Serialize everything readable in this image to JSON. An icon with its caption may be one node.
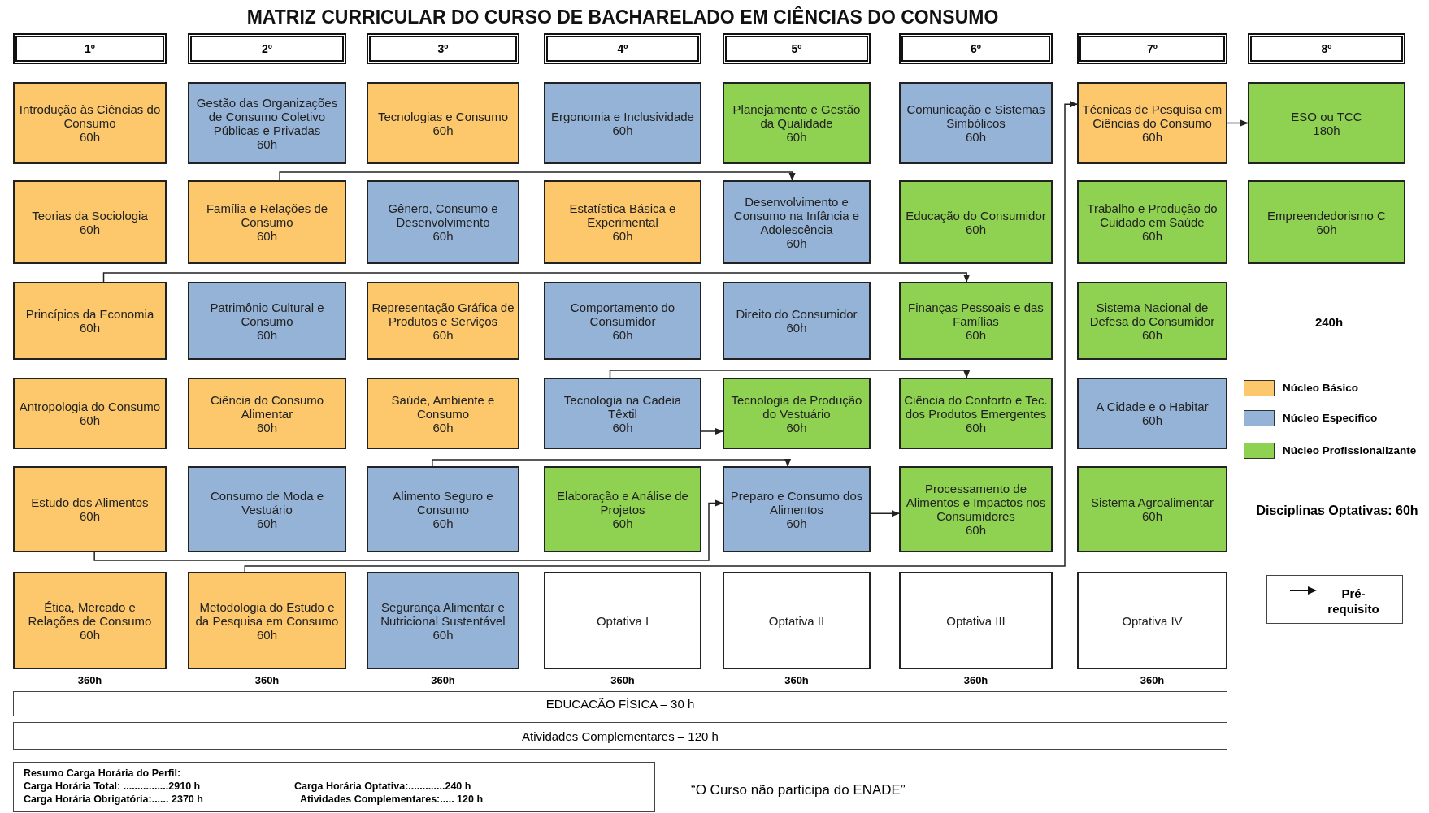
{
  "diagram": {
    "title": "MATRIZ CURRICULAR DO CURSO DE BACHARELADO EM CIÊNCIAS DO CONSUMO",
    "nodes": [
      {
        "text": [
          "1º"
        ]
      },
      {
        "text": [
          "2º"
        ]
      },
      {
        "text": [
          "3º"
        ]
      },
      {
        "text": [
          "4º"
        ]
      },
      {
        "text": [
          "5º"
        ]
      },
      {
        "text": [
          "6º"
        ]
      },
      {
        "text": [
          "7º"
        ]
      },
      {
        "text": [
          "8º"
        ]
      },
      {
        "text": [
          "Introdução às Ciências do Consumo",
          "60h"
        ]
      },
      {
        "text": [
          "Gestão das Organizações de Consumo Coletivo Públicas e Privadas",
          "60h"
        ]
      },
      {
        "text": [
          "Tecnologias e Consumo",
          "60h"
        ]
      },
      {
        "text": [
          "Ergonomia e Inclusividade",
          "60h"
        ]
      },
      {
        "text": [
          "Planejamento e Gestão da Qualidade",
          "60h"
        ]
      },
      {
        "text": [
          "Comunicação e Sistemas Simbólicos",
          "60h"
        ]
      },
      {
        "text": [
          "Técnicas de Pesquisa em Ciências do Consumo",
          "60h"
        ]
      },
      {
        "text": [
          "ESO ou TCC",
          "180h"
        ]
      },
      {
        "text": [
          "Teorias da Sociologia",
          "60h"
        ]
      },
      {
        "text": [
          "Família e Relações de Consumo",
          "60h"
        ]
      },
      {
        "text": [
          "Gênero, Consumo e Desenvolvimento",
          "60h"
        ]
      },
      {
        "text": [
          "Estatística Básica e Experimental",
          "60h"
        ]
      },
      {
        "text": [
          "Desenvolvimento e Consumo na Infância e Adolescência",
          "60h"
        ]
      },
      {
        "text": [
          "Educação do Consumidor",
          "60h"
        ]
      },
      {
        "text": [
          "Trabalho e Produção do Cuidado em Saúde",
          "60h"
        ]
      },
      {
        "text": [
          "Empreendedorismo C",
          "60h"
        ]
      },
      {
        "text": [
          "Princípios da Economia",
          "60h"
        ]
      },
      {
        "text": [
          "Patrimônio Cultural e Consumo",
          "60h"
        ]
      },
      {
        "text": [
          "Representação Gráfica de Produtos e Serviços",
          "60h"
        ]
      },
      {
        "text": [
          "Comportamento do Consumidor",
          "60h"
        ]
      },
      {
        "text": [
          "Direito do Consumidor",
          "60h"
        ]
      },
      {
        "text": [
          "Finanças Pessoais e das Famílias",
          "60h"
        ]
      },
      {
        "text": [
          "Sistema Nacional de Defesa do Consumidor",
          "60h"
        ]
      },
      {
        "text": [
          "Antropologia do Consumo",
          "60h"
        ]
      },
      {
        "text": [
          "Ciência do Consumo Alimentar",
          "60h"
        ]
      },
      {
        "text": [
          "Saúde, Ambiente e Consumo",
          "60h"
        ]
      },
      {
        "text": [
          "Tecnologia na Cadeia Têxtil",
          "60h"
        ]
      },
      {
        "text": [
          "Tecnologia de Produção do Vestuário",
          "60h"
        ]
      },
      {
        "text": [
          "Ciência do Conforto e Tec. dos Produtos Emergentes",
          "60h"
        ]
      },
      {
        "text": [
          "A Cidade e o Habitar",
          "60h"
        ]
      },
      {
        "text": [
          "Estudo dos Alimentos",
          "60h"
        ]
      },
      {
        "text": [
          "Consumo de Moda e Vestuário",
          "60h"
        ]
      },
      {
        "text": [
          "Alimento Seguro e Consumo",
          "60h"
        ]
      },
      {
        "text": [
          "Elaboração e Análise de Projetos",
          "60h"
        ]
      },
      {
        "text": [
          "Preparo e Consumo dos Alimentos",
          "60h"
        ]
      },
      {
        "text": [
          "Processamento de Alimentos e Impactos nos Consumidores",
          "60h"
        ]
      },
      {
        "text": [
          "Sistema Agroalimentar",
          "60h"
        ]
      },
      {
        "text": [
          "Ética, Mercado e Relações de Consumo",
          "60h"
        ]
      },
      {
        "text": [
          "Metodologia do Estudo e da Pesquisa em Consumo",
          "60h"
        ]
      },
      {
        "text": [
          "Segurança Alimentar e Nutricional Sustentável",
          "60h"
        ]
      },
      {
        "text": [
          "Optativa I"
        ]
      },
      {
        "text": [
          "Optativa II"
        ]
      },
      {
        "text": [
          "Optativa III"
        ]
      },
      {
        "text": [
          "Optativa IV"
        ]
      },
      {
        "text": [
          "EDUCACÃO FÍSICA – 30 h"
        ]
      },
      {
        "text": [
          "Atividades Complementares – 120 h"
        ]
      },
      {
        "text": [
          "Resumo Carga Horária do Perfil:",
          "Carga Horária Total: ................2910 h",
          "Carga Horária Obrigatória:...... 2370 h",
          "Carga Horária Optativa:.............240 h",
          "Atividades Complementares:..... 120 h"
        ]
      }
    ],
    "edges": [
      {
        "from": 14,
        "to": 15,
        "arrow": "to"
      },
      {
        "from": 17,
        "to": 20,
        "arrow": "to"
      },
      {
        "from": 24,
        "to": 29,
        "arrow": "to"
      },
      {
        "from": 34,
        "to": 36,
        "arrow": "to"
      },
      {
        "from": 34,
        "to": 35,
        "arrow": "to"
      },
      {
        "from": 40,
        "to": 42,
        "arrow": "to"
      },
      {
        "from": 38,
        "to": 42,
        "arrow": "to"
      },
      {
        "from": 42,
        "to": 43,
        "arrow": "to"
      },
      {
        "from": 46,
        "to": 14,
        "arrow": "to"
      }
    ],
    "labels": [
      "240h",
      "Disciplinas Optativas: 60h",
      "360h",
      "360h",
      "360h",
      "360h",
      "360h",
      "360h",
      "360h",
      "“O Curso não participa do ENADE”"
    ],
    "legend": [
      {
        "text": "Núcleo Básico",
        "color": "#fcc86b"
      },
      {
        "text": "Núcleo Especifico",
        "color": "#95b3d7"
      },
      {
        "text": "Núcleo Profissionalizante",
        "color": "#8fd150"
      },
      {
        "text": "Pré-requisito"
      }
    ]
  }
}
